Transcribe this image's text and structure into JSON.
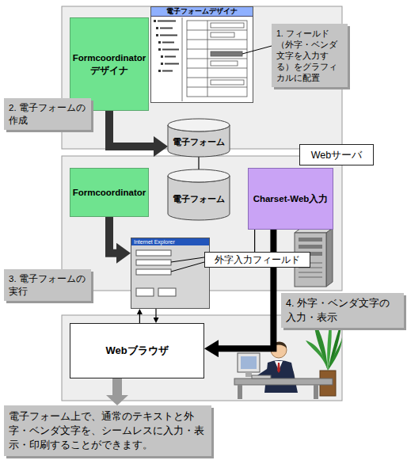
{
  "diagram": {
    "nodes": [
      {
        "text": [
          "Formcoordinator デザイナ"
        ]
      },
      {
        "text": [
          "電子フォームデザイナ"
        ]
      },
      {
        "text": [
          "1. フィールド（外字・ベンダ文字を入力する）をグラフィカルに配置"
        ]
      },
      {
        "text": [
          "2. 電子フォームの作成"
        ]
      },
      {
        "text": [
          "電子フォーム"
        ]
      },
      {
        "text": [
          "Webサーバ"
        ]
      },
      {
        "text": [
          "Formcoordinator"
        ]
      },
      {
        "text": [
          "電子フォーム"
        ]
      },
      {
        "text": [
          "Charset-Web入力"
        ]
      },
      {
        "text": [
          "Internet Explorer"
        ]
      },
      {
        "text": [
          "外字入力フィールド"
        ]
      },
      {
        "text": [
          "3. 電子フォームの実行"
        ]
      },
      {
        "text": [
          "4. 外字・ベンダ文字の入力・表示"
        ]
      },
      {
        "text": [
          "Webブラウザ"
        ]
      },
      {
        "text": [
          "電子フォーム上で、通常のテキストと外字・ベンダ文字を、シームレスに入力・表示・印刷することができます。"
        ]
      }
    ],
    "edges": [
      {
        "from": 0,
        "to": 4,
        "arrow": "to"
      },
      {
        "from": 4,
        "to": 7,
        "arrow": "none"
      },
      {
        "from": 6,
        "to": 9,
        "arrow": "to"
      },
      {
        "from": 8,
        "to": 10,
        "arrow": "none"
      },
      {
        "from": 8,
        "to": 13,
        "arrow": "to"
      },
      {
        "from": 9,
        "to": 13,
        "arrow": "to"
      },
      {
        "from": 13,
        "to": 9,
        "arrow": "to"
      },
      {
        "from": 13,
        "to": 14,
        "arrow": "to"
      }
    ]
  }
}
